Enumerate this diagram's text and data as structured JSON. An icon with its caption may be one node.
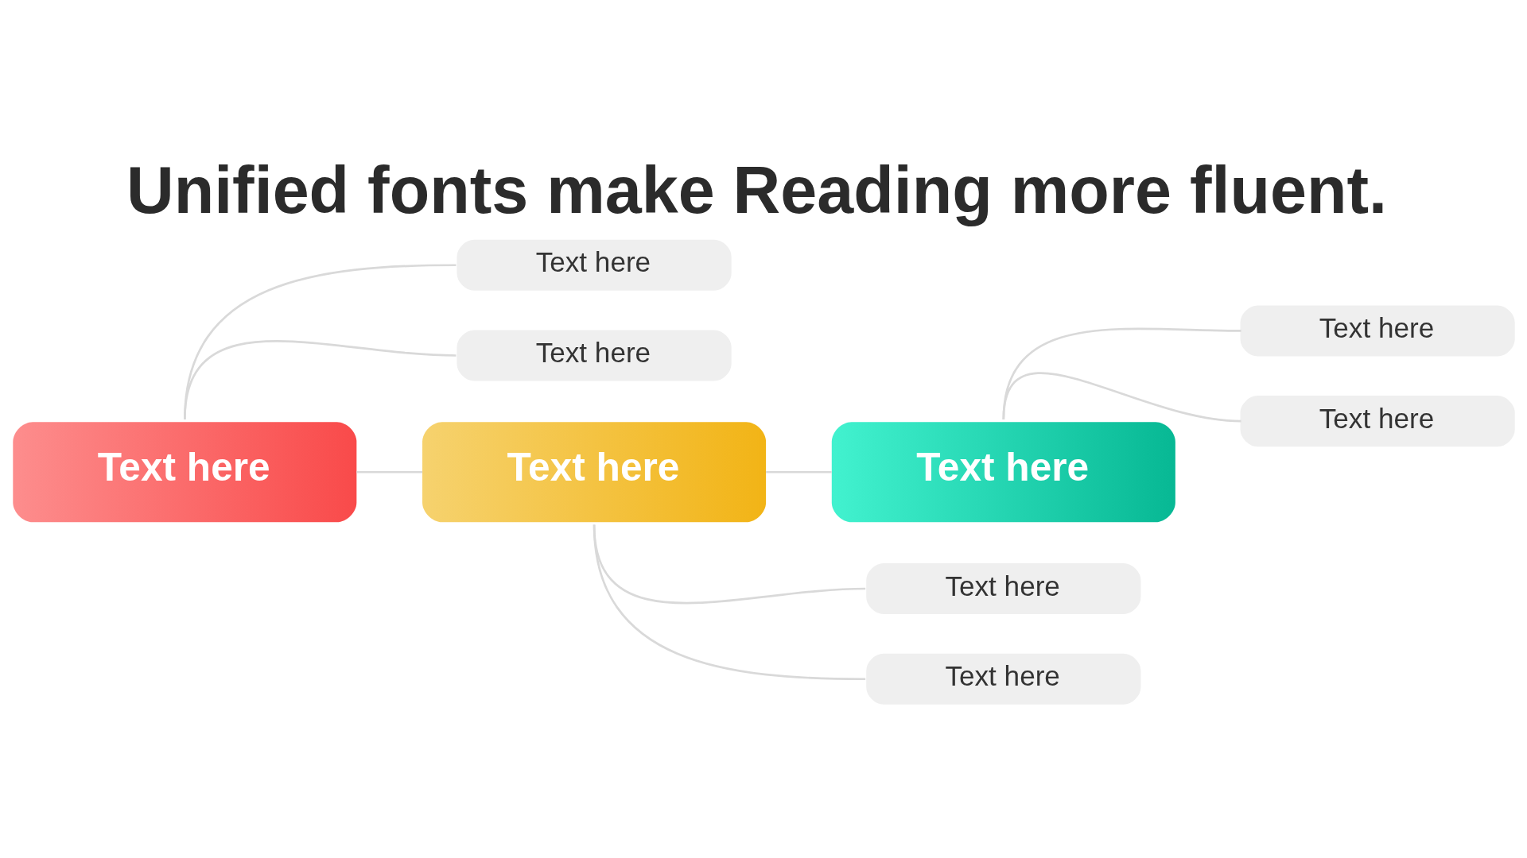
{
  "diagram": {
    "title": "Unified fonts make Reading more fluent.",
    "nodes": [
      {
        "text": [
          "Text here"
        ]
      },
      {
        "text": [
          "Text here"
        ]
      },
      {
        "text": [
          "Text here"
        ]
      },
      {
        "text": [
          "Text here"
        ]
      },
      {
        "text": [
          "Text here"
        ]
      },
      {
        "text": [
          "Text here"
        ]
      },
      {
        "text": [
          "Text here"
        ]
      },
      {
        "text": [
          "Text here"
        ]
      },
      {
        "text": [
          "Text here"
        ]
      }
    ],
    "edges": [
      {
        "from": 4,
        "to": 0,
        "arrow": "none"
      },
      {
        "from": 4,
        "to": 2,
        "arrow": "none"
      },
      {
        "from": 4,
        "to": 5,
        "arrow": "none"
      },
      {
        "from": 5,
        "to": 6,
        "arrow": "none"
      },
      {
        "from": 6,
        "to": 1,
        "arrow": "none"
      },
      {
        "from": 6,
        "to": 3,
        "arrow": "none"
      },
      {
        "from": 5,
        "to": 7,
        "arrow": "none"
      },
      {
        "from": 5,
        "to": 8,
        "arrow": "none"
      }
    ]
  }
}
